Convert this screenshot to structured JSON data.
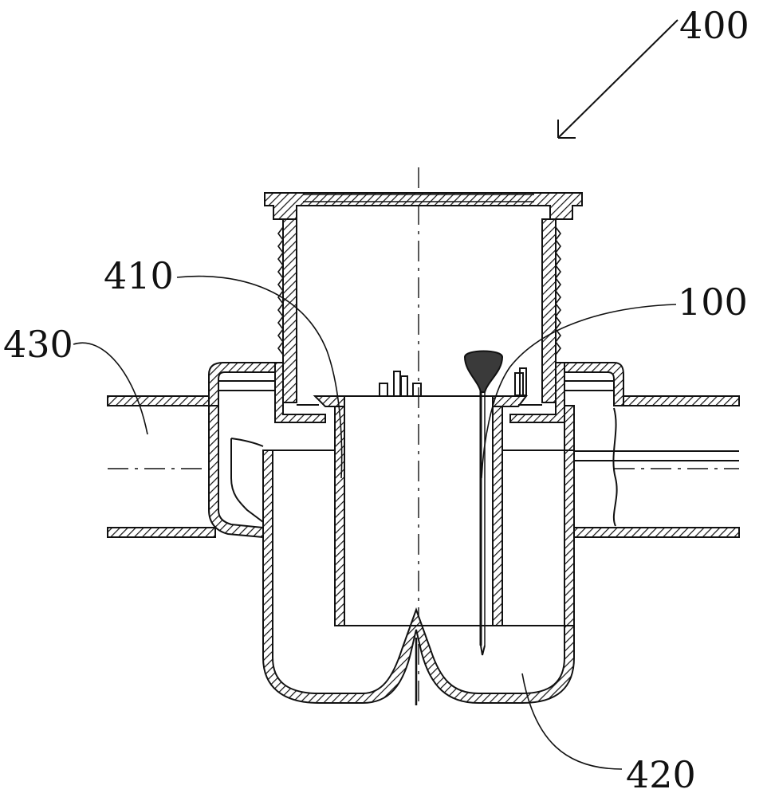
{
  "labels": {
    "assembly": "400",
    "inner_cup": "410",
    "float_rod": "100",
    "side_pipe": "430",
    "trap_bowl": "420"
  },
  "colors": {
    "line": "#111111",
    "background": "#ffffff",
    "float_head": "#3a3a3a"
  }
}
